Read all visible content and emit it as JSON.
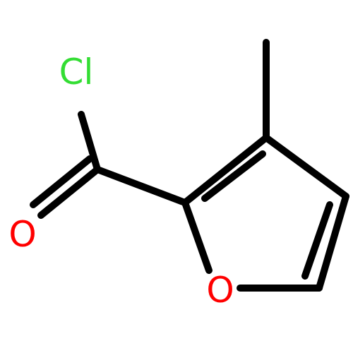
{
  "molecule": {
    "atoms": {
      "chlorine": {
        "symbol": "Cl",
        "color": "#33dd33"
      },
      "carbonyl_oxygen": {
        "symbol": "O",
        "color": "#ff0000"
      },
      "ring_oxygen": {
        "symbol": "O",
        "color": "#ff0000"
      }
    },
    "bond_color": "#000000",
    "background": "#ffffff"
  }
}
